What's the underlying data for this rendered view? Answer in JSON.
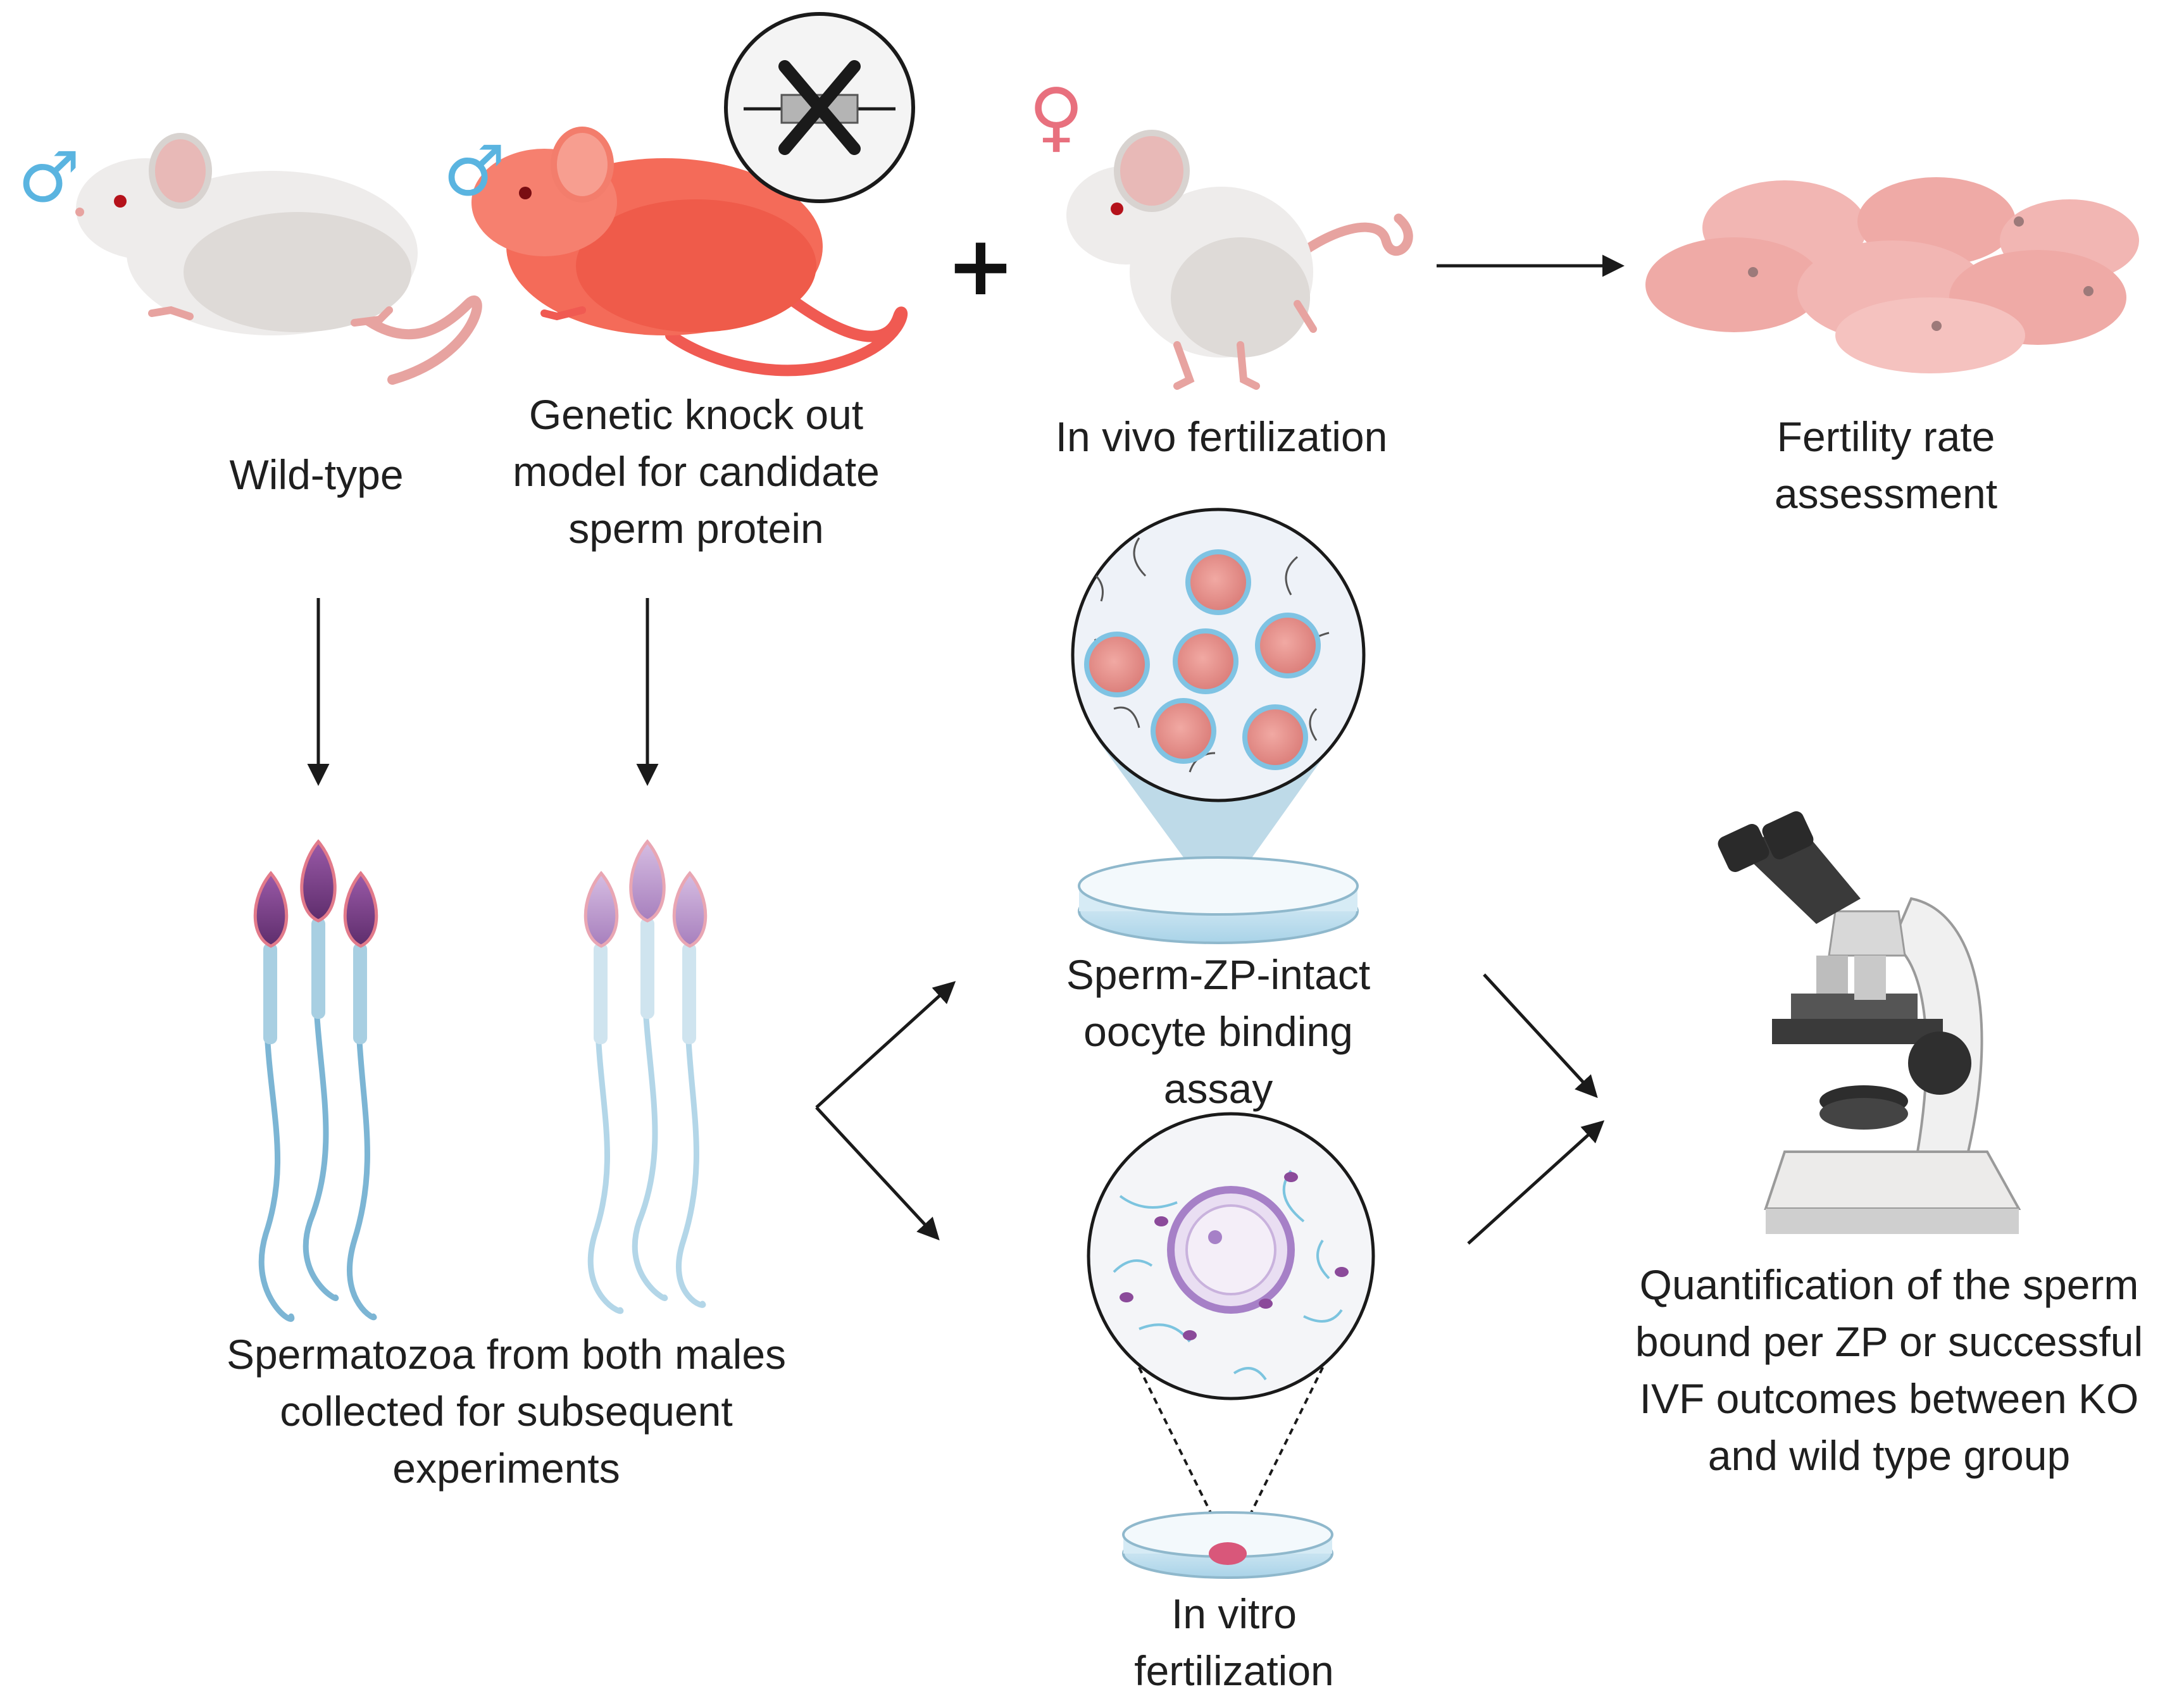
{
  "labels": {
    "wild_type": "Wild-type",
    "knockout": [
      "Genetic knock out",
      "model for candidate",
      "sperm protein"
    ],
    "in_vivo": "In vivo fertilization",
    "fertility": [
      "Fertility rate",
      "assessment"
    ],
    "spermatozoa": [
      "Spermatozoa from both males",
      "collected for subsequent",
      "experiments"
    ],
    "binding_assay": [
      "Sperm-ZP-intact",
      "oocyte binding",
      "assay"
    ],
    "ivf": [
      "In vitro",
      "fertilization"
    ],
    "quantification": [
      "Quantification of the sperm",
      "bound per ZP or successful",
      "IVF outcomes between KO",
      "and wild type group"
    ]
  },
  "symbols": {
    "male": "♂",
    "female": "♀",
    "plus": "+"
  },
  "icons": [
    "male-symbol-icon",
    "female-symbol-icon",
    "knockout-gene-icon",
    "wild-type-mouse",
    "knockout-mouse",
    "female-mouse",
    "mouse-pups",
    "sperm-icon",
    "petri-dish-icon",
    "oocyte-icon",
    "microscope-icon",
    "arrow-icon"
  ],
  "colors": {
    "male_symbol": "#5ab4e0",
    "female_symbol": "#e8707e",
    "wild_mouse": "#eeeceb",
    "knockout_mouse": "#f46b59",
    "mouse_tail": "#e7a3a0",
    "pups": "#f2b6b3",
    "sperm_head_dark": "#7a3f85",
    "sperm_head_light": "#b996c8",
    "sperm_tail": "#7cb5d4",
    "oocyte": "#e58e8a",
    "dish": "#cfe6f1",
    "arrow": "#1a1a1a"
  }
}
